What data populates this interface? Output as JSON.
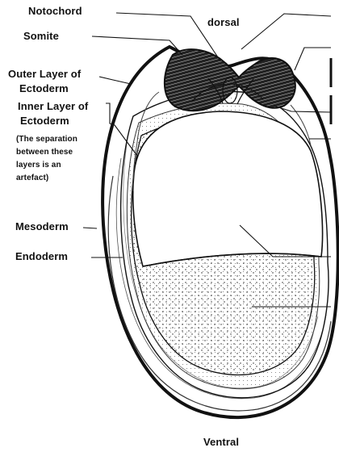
{
  "labels": {
    "notochord": "Notochord",
    "dorsal": "dorsal",
    "somite": "Somite",
    "outer_layer_1": "Outer Layer of",
    "outer_layer_2": "Ectoderm",
    "inner_layer_1": "Inner Layer of",
    "inner_layer_2": "Ectoderm",
    "note_1": "(The separation",
    "note_2": "between these",
    "note_3": "layers is an",
    "note_4": "artefact)",
    "mesoderm": "Mesoderm",
    "endoderm": "Endoderm",
    "ventral": "Ventral"
  }
}
